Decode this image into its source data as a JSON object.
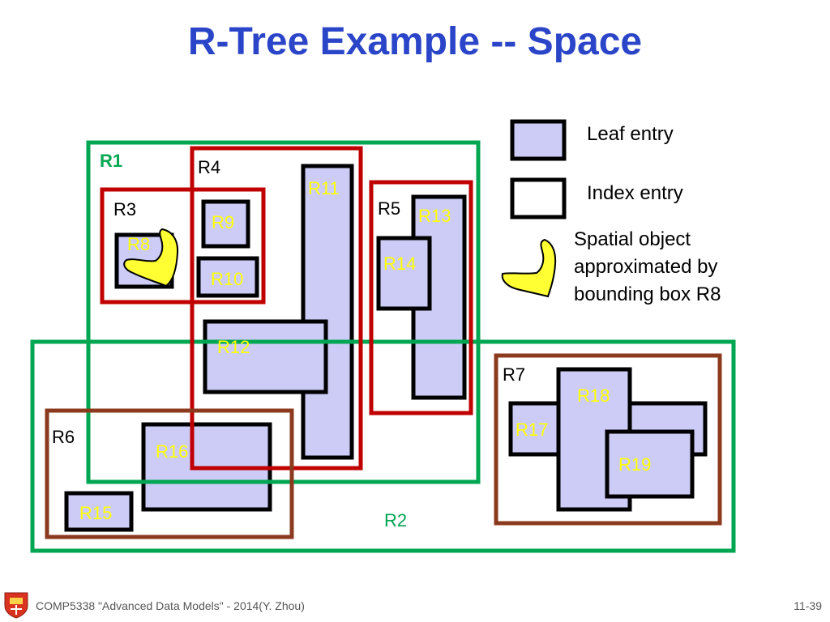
{
  "title": "R-Tree Example -- Space",
  "rectangles": {
    "r1": "R1",
    "r2": "R2",
    "r3": "R3",
    "r4": "R4",
    "r5": "R5",
    "r6": "R6",
    "r7": "R7",
    "r8": "R8",
    "r9": "R9",
    "r10": "R10",
    "r11": "R11",
    "r12": "R12",
    "r13": "R13",
    "r14": "R14",
    "r15": "R15",
    "r16": "R16",
    "r17": "R17",
    "r18": "R18",
    "r19": "R19"
  },
  "legend": {
    "leaf": "Leaf entry",
    "index": "Index entry",
    "object_line1": "Spatial object",
    "object_line2": "approximated by",
    "object_line3": "bounding box R8"
  },
  "footer": {
    "course": "COMP5338 \"Advanced Data Models\" - 2014(Y. Zhou)",
    "page": "11-39"
  },
  "colors": {
    "title": "#2b45c9",
    "leaf_fill": "#ccccf7",
    "level1_border": "#00a651",
    "level2_border": "#c00000",
    "level2b_border": "#8b3a1e",
    "leaf_label": "#ffff00",
    "object_fill": "#ffff33"
  }
}
